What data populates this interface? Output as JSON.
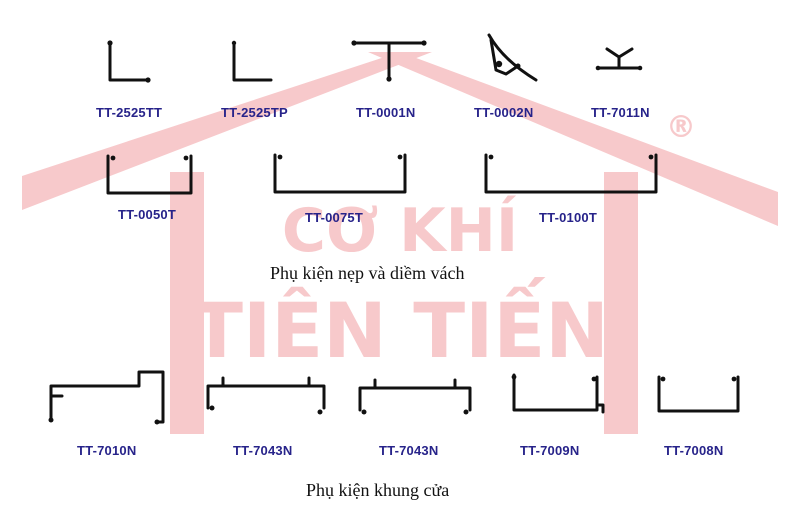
{
  "watermark": {
    "brand_line1": "CƠ KHÍ",
    "brand_line2": "TIÊN TIẾN",
    "registered_mark": "®",
    "color": "#f7c9cb"
  },
  "sections": [
    {
      "caption": "Phụ kiện nẹp và  diềm vách",
      "items": [
        {
          "code": "TT-2525TT",
          "shape": "l-angle-rounded"
        },
        {
          "code": "TT-2525TP",
          "shape": "l-angle-plain"
        },
        {
          "code": "TT-0001N",
          "shape": "t-profile"
        },
        {
          "code": "TT-0002N",
          "shape": "corner-wedge"
        },
        {
          "code": "TT-7011N",
          "shape": "y-clip"
        },
        {
          "code": "TT-0050T",
          "shape": "u-channel-small"
        },
        {
          "code": "TT-0075T",
          "shape": "u-channel-medium"
        },
        {
          "code": "TT-0100T",
          "shape": "u-channel-large"
        }
      ]
    },
    {
      "caption": "Phụ kiện khung cửa",
      "items": [
        {
          "code": "TT-7010N",
          "shape": "stepped-frame"
        },
        {
          "code": "TT-7043N",
          "shape": "h-frame-a"
        },
        {
          "code": "TT-7043N",
          "shape": "h-frame-b"
        },
        {
          "code": "TT-7009N",
          "shape": "u-frame-offset"
        },
        {
          "code": "TT-7008N",
          "shape": "u-frame"
        }
      ]
    }
  ],
  "colors": {
    "profile": "#111111",
    "code_text": "#27238a",
    "caption_text": "#111111"
  }
}
